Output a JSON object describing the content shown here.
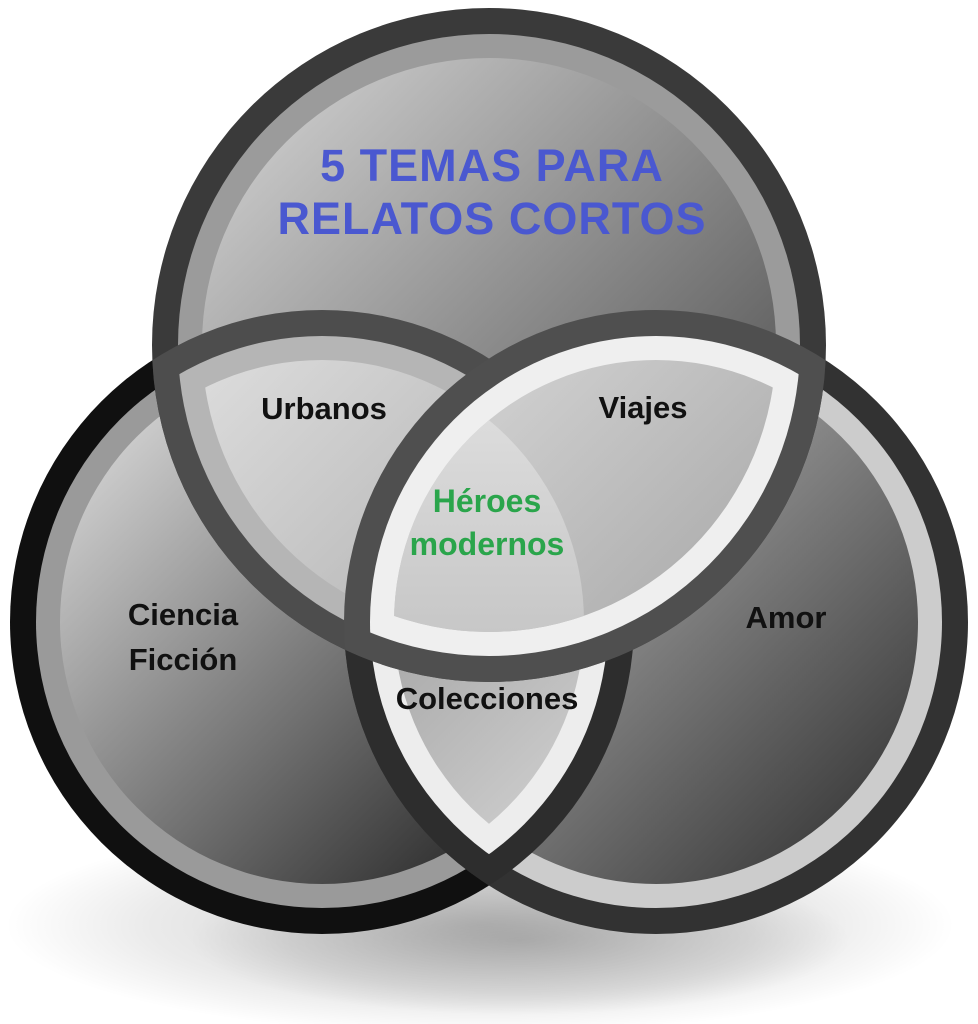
{
  "diagram": {
    "type": "venn-3-circles",
    "title": {
      "line1": "5 TEMAS PARA",
      "line2": "RELATOS CORTOS"
    },
    "sets": {
      "left": {
        "label_line1": "Ciencia",
        "label_line2": "Ficción"
      },
      "right": {
        "label": "Amor"
      }
    },
    "intersections": {
      "top_left": {
        "label": "Urbanos"
      },
      "top_right": {
        "label": "Viajes"
      },
      "left_right": {
        "label": "Colecciones"
      },
      "center": {
        "label_line1": "Héroes",
        "label_line2": "modernos"
      }
    },
    "colors": {
      "background": "#ffffff",
      "title_text": "#4a58d0",
      "center_text": "#2aa54b",
      "label_text": "#111111",
      "shadow": "#000000",
      "top_ring_outer": "#3a3a3a",
      "top_ring_inner": "#9b9b9b",
      "top_fill_light": "#d9d9d9",
      "top_fill_dark": "#3e3e3e",
      "left_ring_outer": "#101010",
      "left_ring_inner": "#9a9a9a",
      "left_fill_light": "#e9e9e9",
      "left_fill_dark": "#141414",
      "right_ring_outer": "#323232",
      "right_ring_inner": "#cccccc",
      "right_fill_light": "#d7d7d7",
      "right_fill_dark": "#2a2a2a",
      "urbanos_ring_outer": "#4d4d4d",
      "urbanos_ring_inner": "#b5b5b5",
      "urbanos_fill_light": "#f3f3f3",
      "urbanos_fill_dark": "#9d9d9d",
      "viajes_ring_outer": "#4f4f4f",
      "viajes_ring_inner": "#efefef",
      "viajes_fill_light": "#ffffff",
      "viajes_fill_dark": "#a6a6a6",
      "colecciones_ring_outer": "#2d2d2d",
      "colecciones_ring_inner": "#ededed",
      "colecciones_fill_dark": "#8c8c8c",
      "colecciones_fill_light": "#fbfbfb",
      "center_fill_light": "#ffffff",
      "center_fill_dark": "#c7c7c7"
    }
  }
}
